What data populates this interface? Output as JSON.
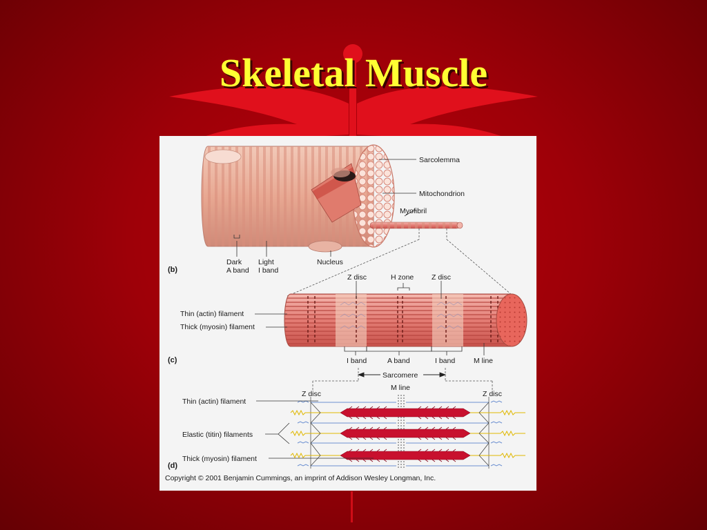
{
  "slide": {
    "title": "Skeletal Muscle",
    "colors": {
      "background": "#9e0008",
      "title": "#ffff33",
      "emblem": "#e0101c",
      "panel": "#f4f4f4"
    }
  },
  "figure": {
    "panel_b": {
      "letter": "(b)",
      "labels": {
        "sarcolemma": "Sarcolemma",
        "mitochondrion": "Mitochondrion",
        "myofibril": "Myofibril",
        "dark": "Dark",
        "a_band": "A band",
        "light": "Light",
        "i_band": "I band",
        "nucleus": "Nucleus"
      }
    },
    "panel_c": {
      "letter": "(c)",
      "labels": {
        "z_disc_left": "Z disc",
        "h_zone": "H zone",
        "z_disc_right": "Z disc",
        "thin_filament": "Thin (actin) filament",
        "thick_filament": "Thick (myosin) filament",
        "i_band_left": "I band",
        "a_band": "A band",
        "i_band_right": "I band",
        "m_line": "M line",
        "sarcomere": "Sarcomere"
      }
    },
    "panel_d": {
      "letter": "(d)",
      "labels": {
        "m_line": "M line",
        "z_disc_left": "Z disc",
        "z_disc_right": "Z disc",
        "thin_filament": "Thin (actin) filament",
        "elastic_filaments": "Elastic (titin) filaments",
        "thick_filament": "Thick (myosin) filament"
      }
    },
    "copyright": "Copyright © 2001 Benjamin Cummings, an imprint of Addison Wesley Longman, Inc."
  }
}
